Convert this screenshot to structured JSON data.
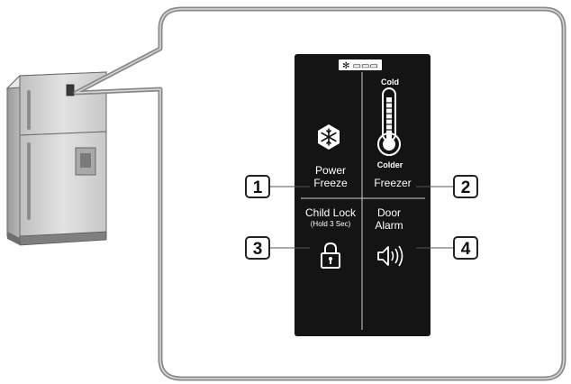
{
  "panel": {
    "indicator_label": "✻ ▭▭▭",
    "temp_cold": "Cold",
    "temp_colder": "Colder",
    "buttons": {
      "power_freeze": {
        "line1": "Power",
        "line2": "Freeze"
      },
      "freezer": {
        "line1": "Freezer"
      },
      "child_lock": {
        "line1": "Child Lock",
        "line2": "(Hold 3 Sec)"
      },
      "door_alarm": {
        "line1": "Door",
        "line2": "Alarm"
      }
    }
  },
  "callouts": {
    "c1": "1",
    "c2": "2",
    "c3": "3",
    "c4": "4"
  },
  "icons": {
    "power_freeze": "snowflake-icon",
    "freezer": "thermometer-icon",
    "child_lock": "lock-icon",
    "door_alarm": "speaker-icon"
  },
  "colors": {
    "panel": "#141414",
    "panel_text": "#ffffff",
    "fridge": "#d3d3d3",
    "outline": "#555555"
  }
}
